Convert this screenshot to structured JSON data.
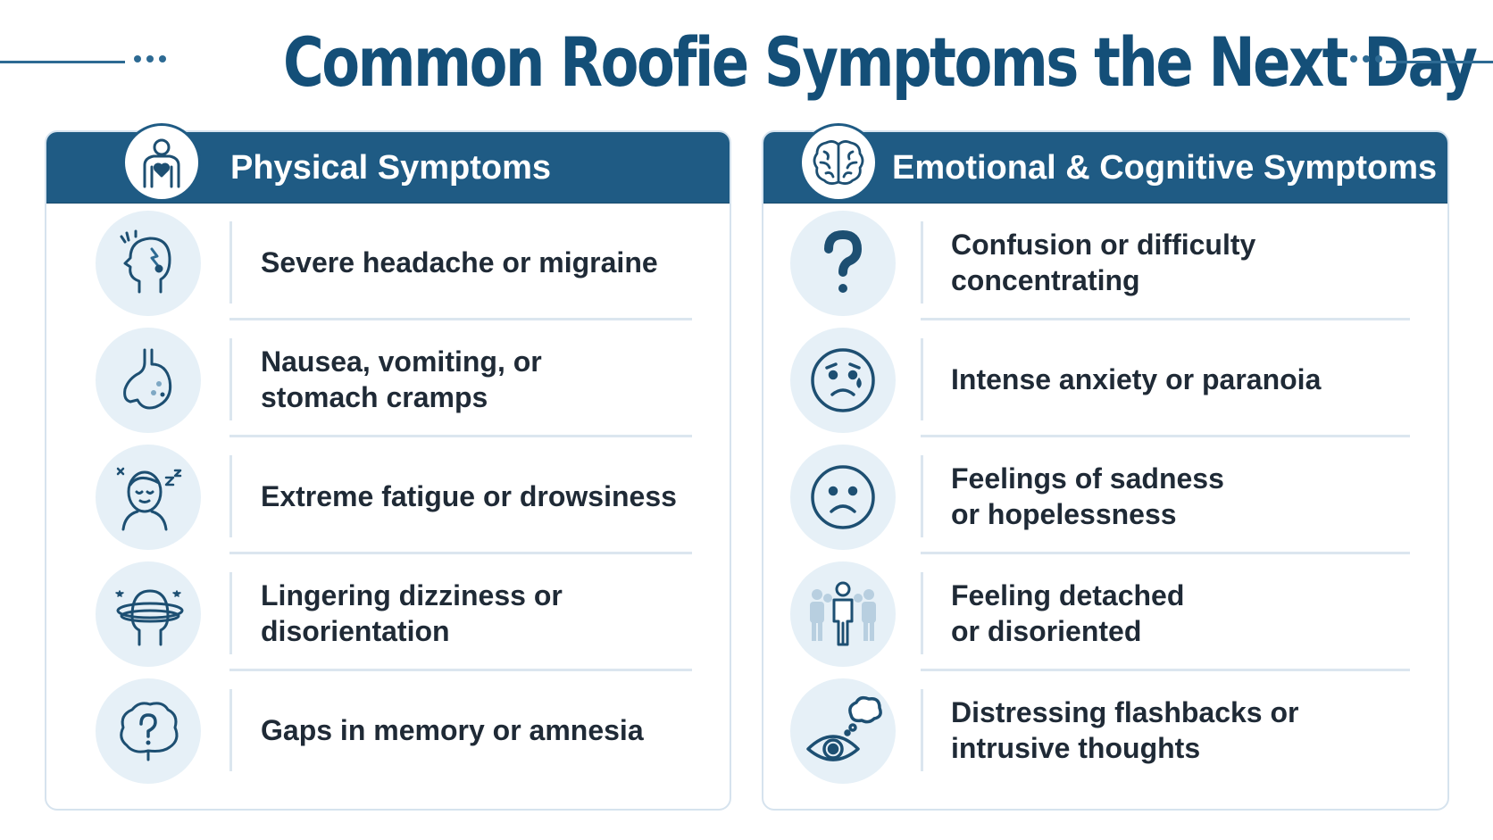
{
  "title": "Common Roofie Symptoms the Next Day",
  "physical": {
    "title": "Physical Symptoms",
    "header_icon": "person-heart-icon",
    "items": [
      {
        "icon": "head-pain-icon",
        "text": "Severe headache or migraine"
      },
      {
        "icon": "stomach-icon",
        "text": "Nausea, vomiting, or\nstomach cramps"
      },
      {
        "icon": "sleepy-face-icon",
        "text": "Extreme fatigue or drowsiness"
      },
      {
        "icon": "dizzy-head-icon",
        "text": "Lingering dizziness or\ndisorientation"
      },
      {
        "icon": "brain-question-icon",
        "text": "Gaps in memory or amnesia"
      }
    ]
  },
  "emotional": {
    "title": "Emotional & Cognitive Symptoms",
    "header_icon": "brain-icon",
    "items": [
      {
        "icon": "question-mark-icon",
        "text": "Confusion or difficulty\nconcentrating"
      },
      {
        "icon": "worried-face-icon",
        "text": "Intense anxiety or paranoia"
      },
      {
        "icon": "sad-face-icon",
        "text": "Feelings of sadness\nor hopelessness"
      },
      {
        "icon": "detached-person-icon",
        "text": "Feeling detached\nor disoriented"
      },
      {
        "icon": "eye-thought-icon",
        "text": "Distressing flashbacks or\nintrusive thoughts"
      }
    ]
  },
  "colors": {
    "primary": "#1f5b84",
    "title": "#144f78",
    "icon_bg": "#e6f0f7",
    "icon_stroke": "#1d4f72"
  }
}
